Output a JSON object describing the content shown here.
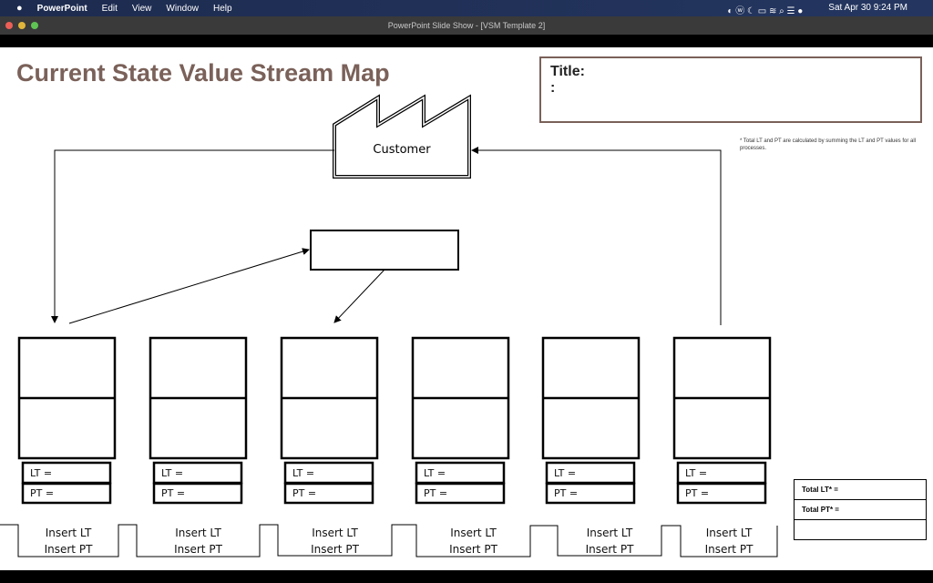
{
  "menubar": {
    "app": "PowerPoint",
    "items": [
      "Edit",
      "View",
      "Window",
      "Help"
    ],
    "clock": "Sat Apr 30  9:24 PM"
  },
  "window": {
    "title": "PowerPoint Slide Show - [VSM Template 2]"
  },
  "slide": {
    "heading": "Current State Value Stream Map",
    "title_label": "Title:",
    "title_value": ":",
    "customer": "Customer",
    "note": "* Total LT and PT are calculated by summing the LT and PT values for all processes.",
    "processes": [
      {
        "lt": "LT =",
        "pt": "PT =",
        "insert_lt": "Insert LT",
        "insert_pt": "Insert PT"
      },
      {
        "lt": "LT =",
        "pt": "PT =",
        "insert_lt": "Insert LT",
        "insert_pt": "Insert PT"
      },
      {
        "lt": "LT =",
        "pt": "PT =",
        "insert_lt": "Insert LT",
        "insert_pt": "Insert PT"
      },
      {
        "lt": "LT =",
        "pt": "PT =",
        "insert_lt": "Insert LT",
        "insert_pt": "Insert PT"
      },
      {
        "lt": "LT =",
        "pt": "PT =",
        "insert_lt": "Insert LT",
        "insert_pt": "Insert PT"
      },
      {
        "lt": "LT =",
        "pt": "PT =",
        "insert_lt": "Insert LT",
        "insert_pt": "Insert PT"
      }
    ],
    "total_lt": "Total LT* =",
    "total_pt": "Total PT* ="
  }
}
